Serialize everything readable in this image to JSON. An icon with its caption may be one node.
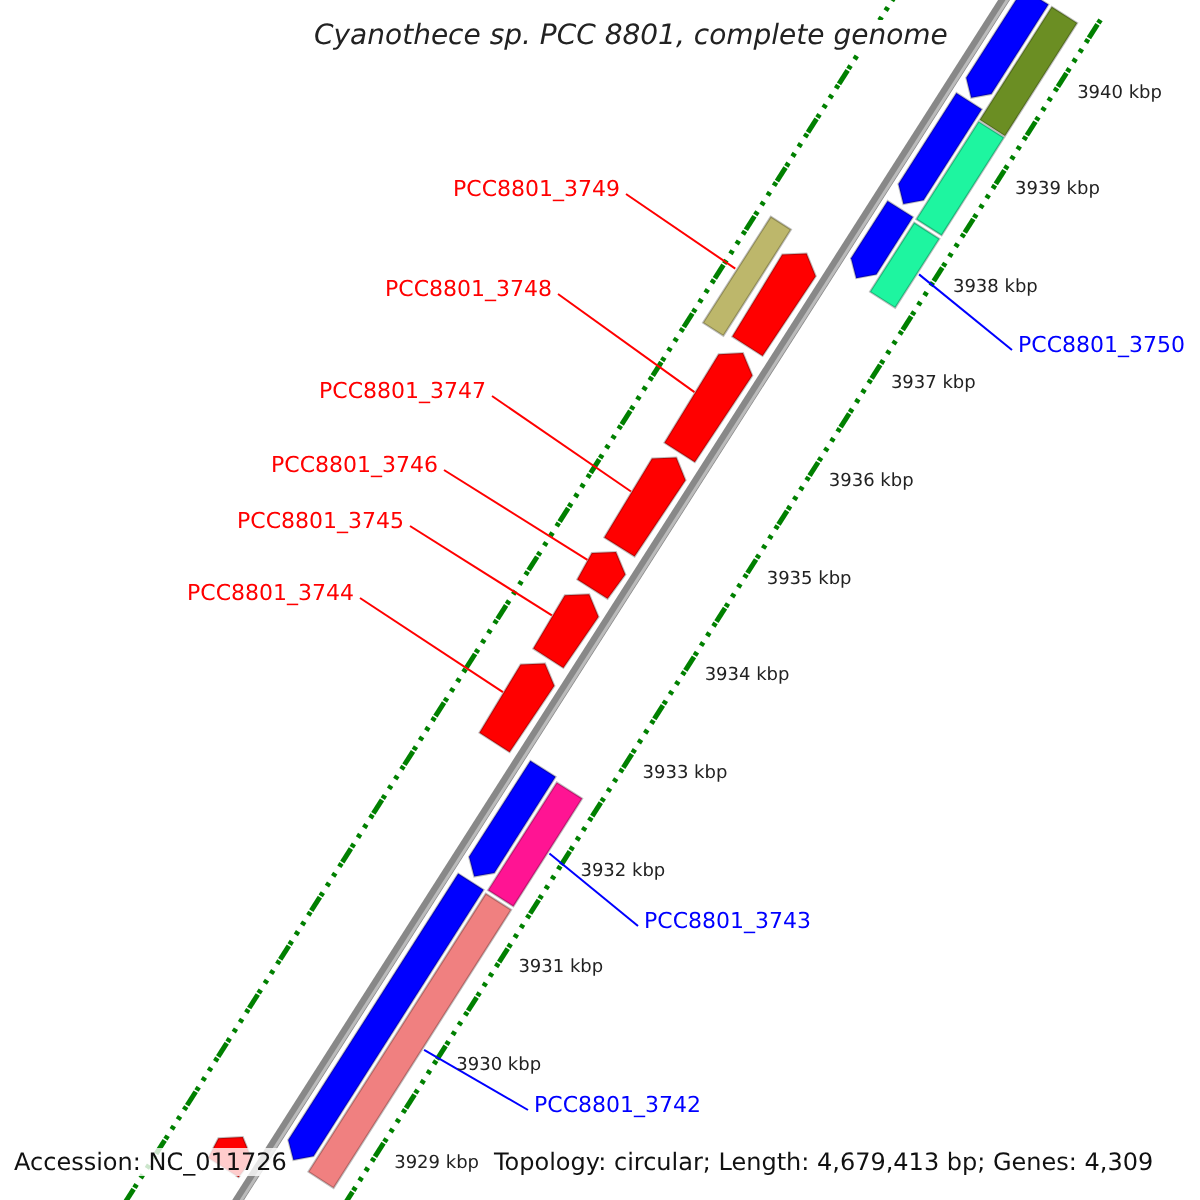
{
  "diagram": {
    "title": "Cyanothece sp. PCC 8801, complete genome",
    "nodes": [
      {
        "text": [
          "PCC8801_3749"
        ]
      },
      {
        "text": [
          "PCC8801_3748"
        ]
      },
      {
        "text": [
          "PCC8801_3747"
        ]
      },
      {
        "text": [
          "PCC8801_3746"
        ]
      },
      {
        "text": [
          "PCC8801_3745"
        ]
      },
      {
        "text": [
          "PCC8801_3744"
        ]
      },
      {
        "text": [
          "PCC8801_3750"
        ]
      },
      {
        "text": [
          "PCC8801_3743"
        ]
      },
      {
        "text": [
          "PCC8801_3742"
        ]
      },
      {
        "text": [],
        "shape": "bar"
      },
      {
        "text": [],
        "shape": "bar"
      },
      {
        "text": [],
        "shape": "bar"
      },
      {
        "text": [],
        "shape": "bar"
      },
      {
        "text": [],
        "shape": "bar"
      },
      {
        "text": [],
        "shape": "bar"
      },
      {
        "text": [],
        "shape": "bar"
      },
      {
        "text": [],
        "shape": "bar"
      },
      {
        "text": [],
        "shape": "bar"
      },
      {
        "text": [],
        "shape": "bar"
      },
      {
        "text": [],
        "shape": "bar"
      },
      {
        "text": [],
        "shape": "bar"
      },
      {
        "text": [],
        "shape": "bar"
      },
      {
        "text": [],
        "shape": "bar"
      },
      {
        "text": [],
        "shape": "bar"
      },
      {
        "text": [],
        "shape": "bar"
      },
      {
        "text": [],
        "shape": "bar"
      },
      {
        "text": [],
        "shape": "bar"
      }
    ],
    "edges": [
      {
        "from": 0,
        "to": 9,
        "arrow": "none"
      },
      {
        "from": 1,
        "to": 10,
        "arrow": "none"
      },
      {
        "from": 2,
        "to": 11,
        "arrow": "none"
      },
      {
        "from": 3,
        "to": 12,
        "arrow": "none"
      },
      {
        "from": 4,
        "to": 13,
        "arrow": "none"
      },
      {
        "from": 5,
        "to": 14,
        "arrow": "none"
      },
      {
        "from": 6,
        "to": 15,
        "arrow": "none",
        "color": "#0000ff"
      },
      {
        "from": 7,
        "to": 16,
        "arrow": "none",
        "color": "#0000ff"
      },
      {
        "from": 8,
        "to": 17,
        "arrow": "none",
        "color": "#0000ff"
      }
    ],
    "labels": [
      "3940 kbp",
      "3939 kbp",
      "3938 kbp",
      "3937 kbp",
      "3936 kbp",
      "3935 kbp",
      "3934 kbp",
      "3933 kbp",
      "3932 kbp",
      "3931 kbp",
      "3930 kbp",
      "3929 kbp",
      "Accession: NC_011726",
      "Topology: circular; Length: 4,679,413 bp; Genes: 4,309"
    ]
  }
}
